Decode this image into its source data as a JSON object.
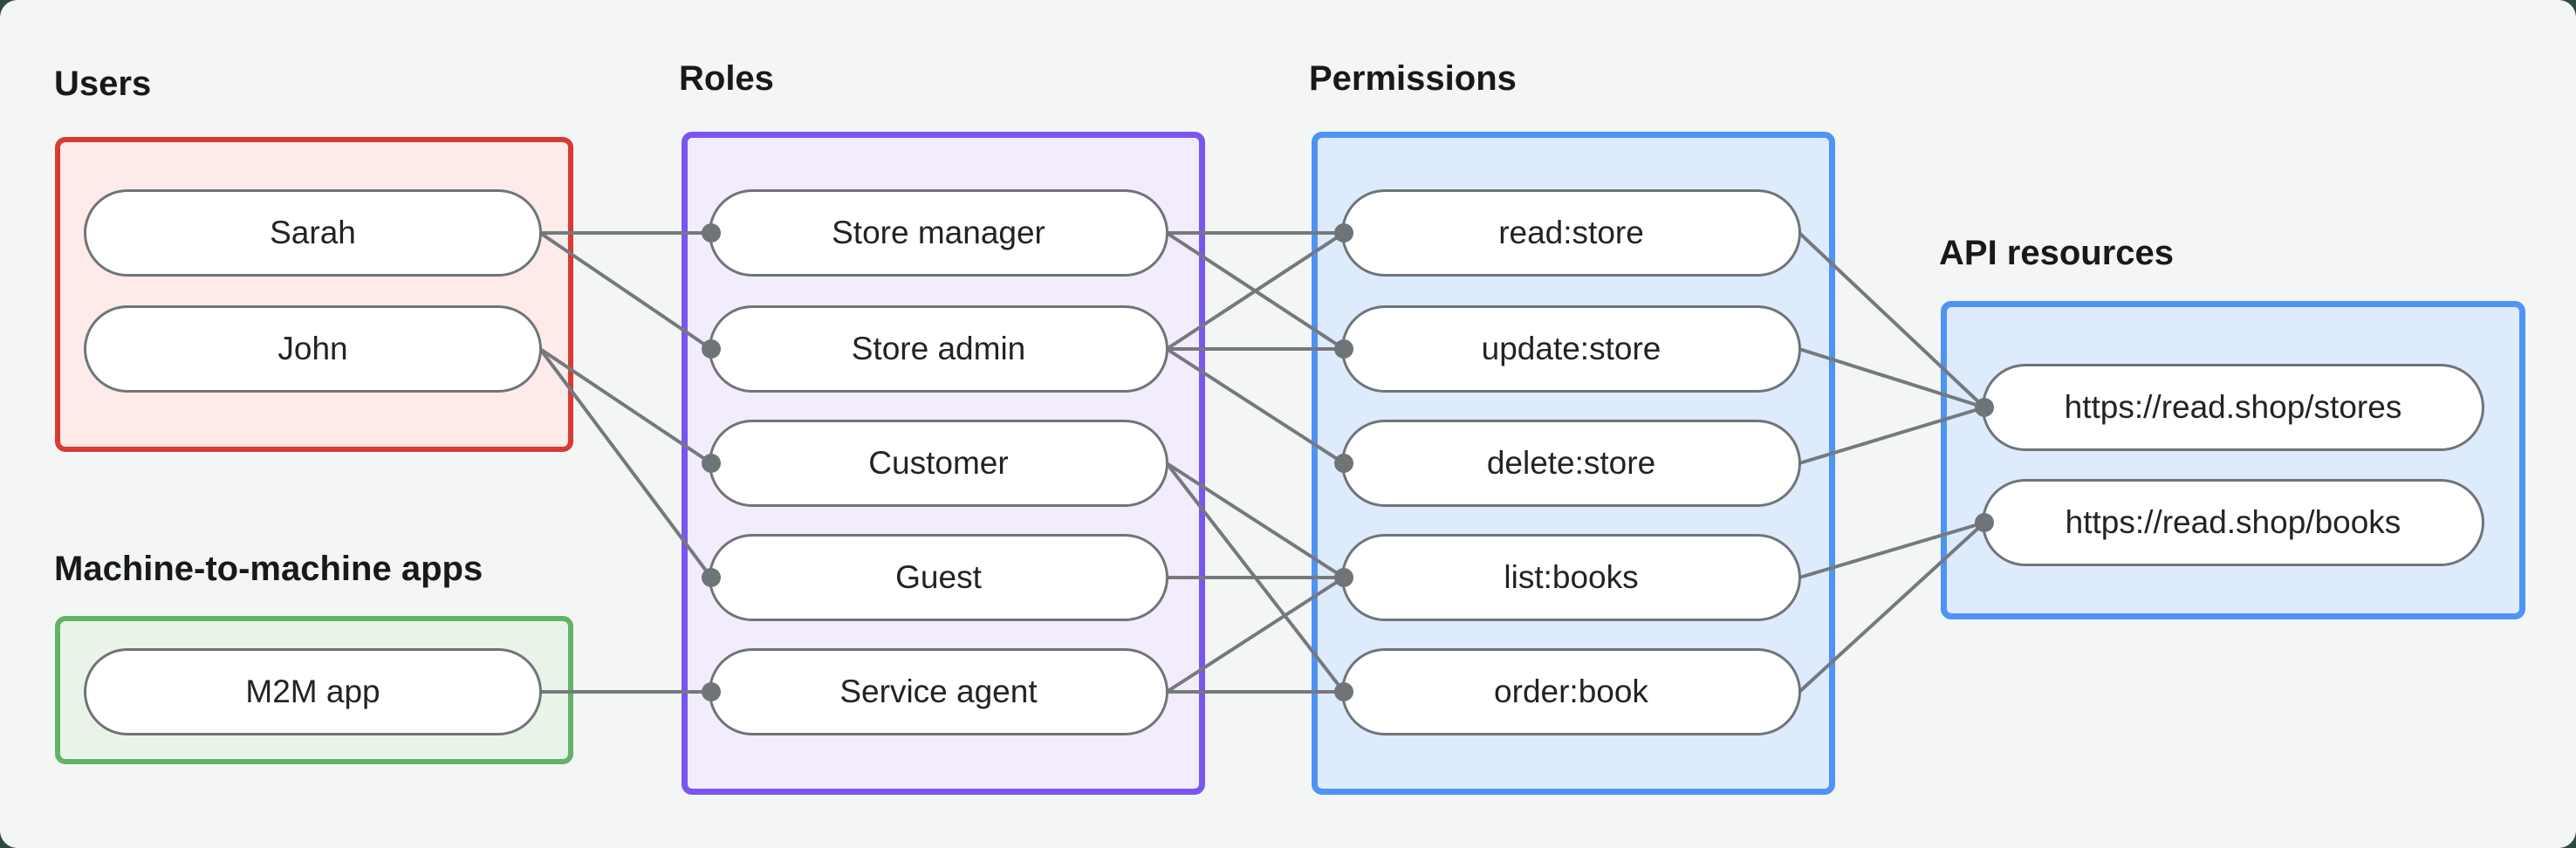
{
  "page": {
    "outer_background": "#2f4b3c",
    "card_background": "#f4f6f5"
  },
  "diagram": {
    "style": {
      "edge_color": "#75797d",
      "dot_color": "#6f7479",
      "pill_fill": "#ffffff",
      "pill_border": "#6f7478",
      "pill_text_color": "#202427",
      "label_color": "#17191b"
    },
    "groups": [
      {
        "id": "users",
        "label": "Users",
        "border_color": "#d93a31",
        "fill_color": "#fcebe9",
        "nodes": [
          {
            "id": "sarah",
            "label": "Sarah"
          },
          {
            "id": "john",
            "label": "John"
          }
        ]
      },
      {
        "id": "m2m_apps",
        "label": "Machine-to-machine apps",
        "border_color": "#62b367",
        "fill_color": "#e9f4e9",
        "nodes": [
          {
            "id": "m2m_app",
            "label": "M2M app"
          }
        ]
      },
      {
        "id": "roles",
        "label": "Roles",
        "border_color": "#7a55f0",
        "fill_color": "#f2ecfc",
        "nodes": [
          {
            "id": "store_manager",
            "label": "Store manager"
          },
          {
            "id": "store_admin",
            "label": "Store admin"
          },
          {
            "id": "customer",
            "label": "Customer"
          },
          {
            "id": "guest",
            "label": "Guest"
          },
          {
            "id": "service_agent",
            "label": "Service agent"
          }
        ]
      },
      {
        "id": "permissions",
        "label": "Permissions",
        "border_color": "#4f93f4",
        "fill_color": "#deebfc",
        "nodes": [
          {
            "id": "read_store",
            "label": "read:store"
          },
          {
            "id": "update_store",
            "label": "update:store"
          },
          {
            "id": "delete_store",
            "label": "delete:store"
          },
          {
            "id": "list_books",
            "label": "list:books"
          },
          {
            "id": "order_book",
            "label": "order:book"
          }
        ]
      },
      {
        "id": "api_resources",
        "label": "API resources",
        "border_color": "#4f93f4",
        "fill_color": "#deebfc",
        "nodes": [
          {
            "id": "stores_api",
            "label": "https://read.shop/stores"
          },
          {
            "id": "books_api",
            "label": "https://read.shop/books"
          }
        ]
      }
    ],
    "edges": [
      {
        "from": "sarah",
        "to": "store_manager"
      },
      {
        "from": "sarah",
        "to": "store_admin"
      },
      {
        "from": "john",
        "to": "customer"
      },
      {
        "from": "john",
        "to": "guest"
      },
      {
        "from": "m2m_app",
        "to": "service_agent"
      },
      {
        "from": "store_manager",
        "to": "read_store"
      },
      {
        "from": "store_manager",
        "to": "update_store"
      },
      {
        "from": "store_admin",
        "to": "read_store"
      },
      {
        "from": "store_admin",
        "to": "update_store"
      },
      {
        "from": "store_admin",
        "to": "delete_store"
      },
      {
        "from": "customer",
        "to": "list_books"
      },
      {
        "from": "customer",
        "to": "order_book"
      },
      {
        "from": "guest",
        "to": "list_books"
      },
      {
        "from": "service_agent",
        "to": "list_books"
      },
      {
        "from": "service_agent",
        "to": "order_book"
      },
      {
        "from": "read_store",
        "to": "stores_api"
      },
      {
        "from": "update_store",
        "to": "stores_api"
      },
      {
        "from": "delete_store",
        "to": "stores_api"
      },
      {
        "from": "list_books",
        "to": "books_api"
      },
      {
        "from": "order_book",
        "to": "books_api"
      }
    ]
  }
}
